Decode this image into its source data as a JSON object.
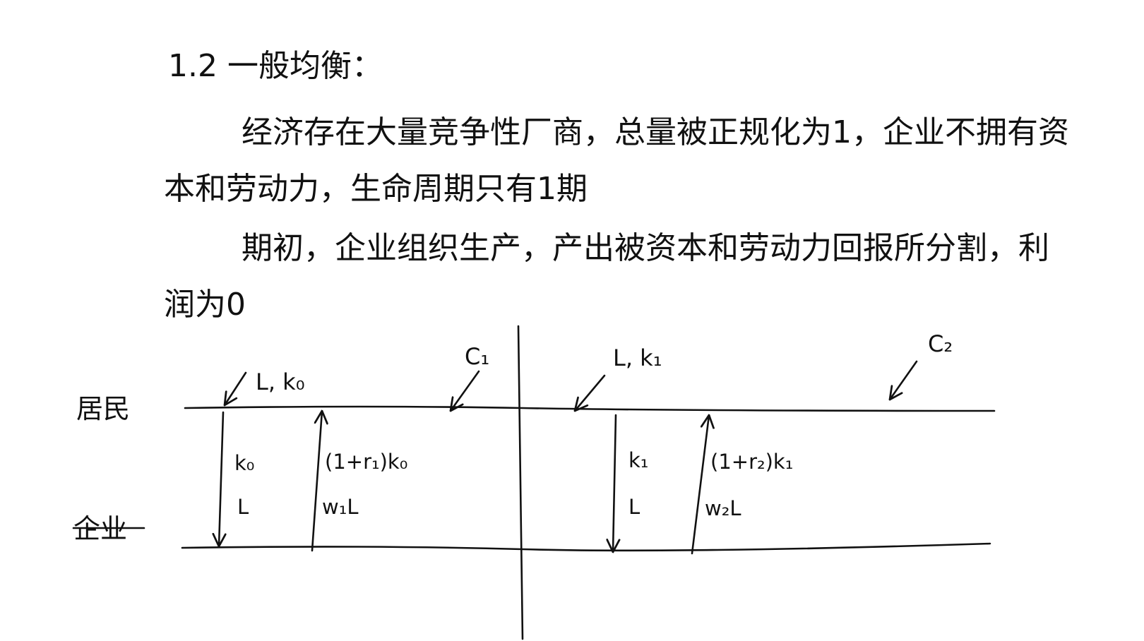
{
  "notes": {
    "heading": "1.2 一般均衡：",
    "paragraph1": "经济存在大量竞争性厂商，总量被正规化为1，企业不拥有资本和劳动力，生命周期只有1期",
    "paragraph2": "期初，企业组织生产，产出被资本和劳动力回报所分割，利润为0"
  },
  "diagram": {
    "row_household": "居民",
    "row_firm": "企业",
    "period1": {
      "top_input": "L, k₀",
      "consumption": "C₁",
      "down_capital": "k₀",
      "down_labor": "L",
      "up_capital_return": "(1+r₁)k₀",
      "up_wage": "w₁L"
    },
    "period2": {
      "top_input": "L, k₁",
      "consumption": "C₂",
      "down_capital": "k₁",
      "down_labor": "L",
      "up_capital_return": "(1+r₂)k₁",
      "up_wage": "w₂L"
    }
  }
}
